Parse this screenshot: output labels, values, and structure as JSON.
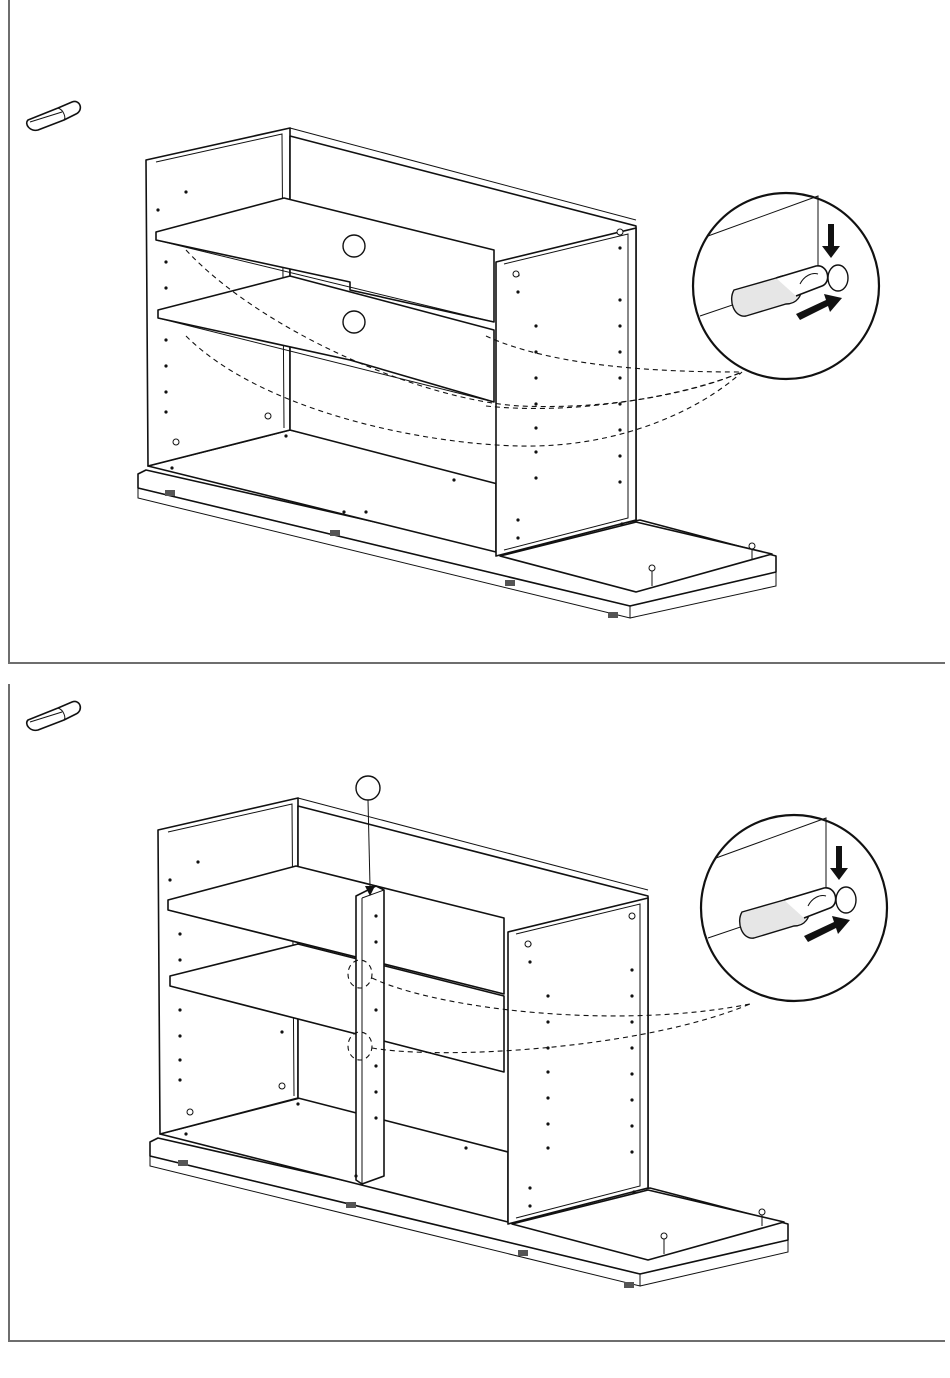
{
  "steps": [
    {
      "id": "step-1",
      "parts_icon": "shelf-support-pin-icon",
      "detail_view": "shelf-pin-insertion-detail",
      "callout_markers": [
        "hole-marker",
        "hole-marker"
      ]
    },
    {
      "id": "step-2",
      "parts_icon": "shelf-support-pin-icon",
      "detail_view": "shelf-pin-insertion-detail",
      "callout_markers": [
        "divider-marker"
      ]
    }
  ],
  "colors": {
    "line": "#111111",
    "frame": "#6e6e6e",
    "background": "#ffffff"
  }
}
